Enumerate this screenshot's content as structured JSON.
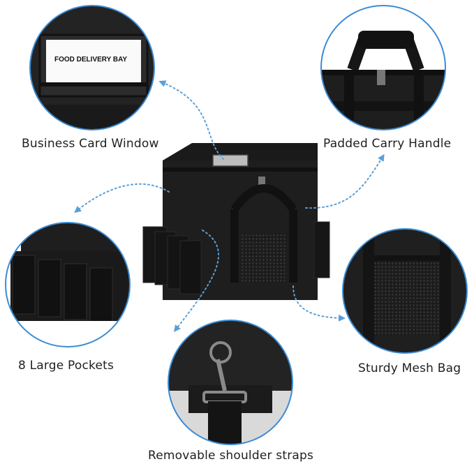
{
  "features": {
    "card_window": {
      "label": "Business Card Window",
      "card_text": "FOOD DELIVERY BAY"
    },
    "carry_handle": {
      "label": "Padded Carry Handle"
    },
    "pockets": {
      "label": "8 Large Pockets"
    },
    "mesh_bag": {
      "label": "Sturdy Mesh Bag"
    },
    "shoulder_straps": {
      "label": "Removable shoulder straps"
    }
  },
  "colors": {
    "bag": "#1a1a1a",
    "circle_border": "#3b8bd4",
    "arrow": "#5a9fd8",
    "background": "#ffffff"
  }
}
